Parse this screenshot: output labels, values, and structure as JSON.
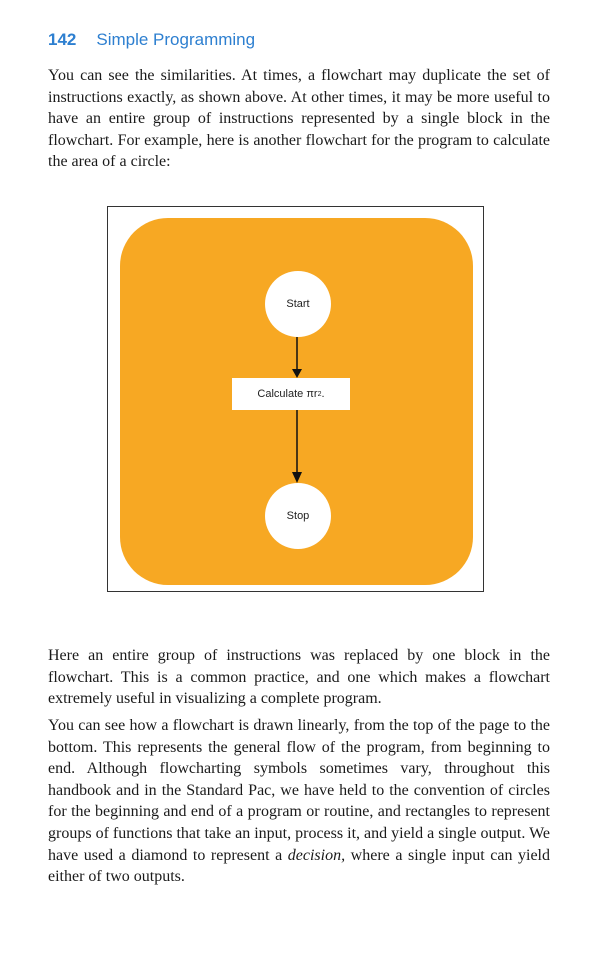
{
  "header": {
    "page_number": "142",
    "title": "Simple Programming"
  },
  "paragraphs": {
    "p1": "You can see the similarities. At times, a flowchart may duplicate the set of instructions exactly, as shown above. At other times, it may be more useful to have an entire group of instructions represented by a single block in the flowchart. For example, here is another flowchart for the program to calculate the area of a circle:",
    "p2": "Here an entire group of instructions was replaced by one block in the flowchart. This is a common practice, and one which makes a flowchart extremely useful in visualizing a complete program.",
    "p3_before": "You can see how a flowchart is drawn linearly, from the top of the page to the bottom. This represents the general flow of the program, from beginning to end. Although flowcharting symbols sometimes vary, throughout this handbook and in the Standard Pac, we have held to the convention of circles for the beginning and end of a program or routine, and rectangles to represent groups of functions that take an input, process it, and yield a single output. We have used a diamond to represent a ",
    "p3_italic": "decision,",
    "p3_after": " where a single input can yield either of two outputs."
  },
  "flowchart": {
    "start_label": "Start",
    "process_label_prefix": "Calculate πr",
    "process_label_sup": "2",
    "process_label_suffix": ".",
    "stop_label": "Stop",
    "fill_color": "#f7a823"
  }
}
